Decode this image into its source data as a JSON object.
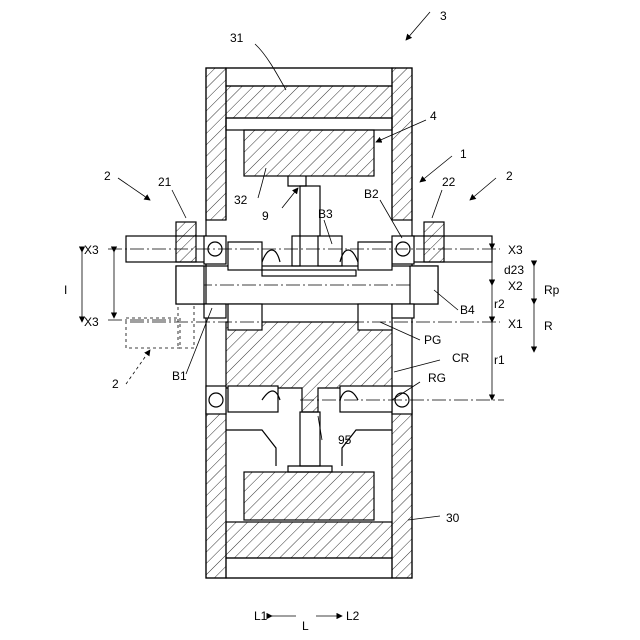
{
  "labels": {
    "n3": "3",
    "n31": "31",
    "n4": "4",
    "n1": "1",
    "n2_left": "2",
    "n21": "21",
    "n22": "22",
    "n2_right": "2",
    "n32": "32",
    "n9": "9",
    "b3": "B3",
    "b2": "B2",
    "x3_left_top": "X3",
    "x3_right_top": "X3",
    "d23": "d23",
    "x2": "X2",
    "rp": "Rp",
    "i": "I",
    "b4": "B4",
    "r2": "r2",
    "x3_left_bottom": "X3",
    "x1": "X1",
    "r": "R",
    "pg": "PG",
    "cr": "CR",
    "r1": "r1",
    "n2_dashed": "2",
    "b1": "B1",
    "rg": "RG",
    "n95": "95",
    "n30": "30",
    "l1": "L1",
    "l2": "L2",
    "l": "L"
  }
}
